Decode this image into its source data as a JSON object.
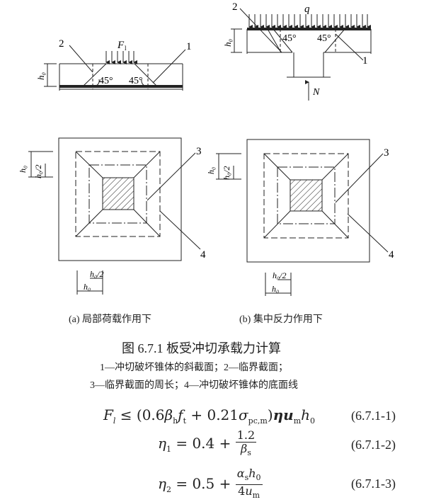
{
  "diagram_a": {
    "load_label": "F",
    "load_sub": "l",
    "angle_left": "45°",
    "angle_right": "45°",
    "callout_1": "1",
    "callout_2": "2",
    "height_label": "h0"
  },
  "diagram_b": {
    "load_label": "q",
    "reaction_label": "N",
    "angle_left": "45°",
    "angle_right": "45°",
    "callout_1": "1",
    "callout_2": "2",
    "height_label": "h0"
  },
  "plan_a": {
    "callout_3": "3",
    "callout_4": "4",
    "dim_h0": "h0",
    "dim_h0_half": "h0/2"
  },
  "plan_b": {
    "callout_3": "3",
    "callout_4": "4",
    "dim_h0": "h0",
    "dim_h0_half": "h0/2"
  },
  "captions": {
    "sub_a": "(a)  局部荷载作用下",
    "sub_b": "(b)  集中反力作用下",
    "figure_title": "图 6.7.1   板受冲切承载力计算",
    "legend_line1": "1—冲切破坏锥体的斜截面；2—临界截面；",
    "legend_line2": "3—临界截面的周长；4—冲切破坏锥体的底面线"
  },
  "equations": [
    {
      "id": "eq1",
      "text": "F_l ≤ (0.6β_h f_t + 0.21σ_pc,m) η u_m h_0",
      "number": "(6.7.1-1)"
    },
    {
      "id": "eq2",
      "text": "η1 = 0.4 + 1.2/β_s",
      "number": "(6.7.1-2)"
    },
    {
      "id": "eq3",
      "text": "η2 = 0.5 + α_s h_0 / 4u_m",
      "number": "(6.7.1-3)"
    }
  ]
}
